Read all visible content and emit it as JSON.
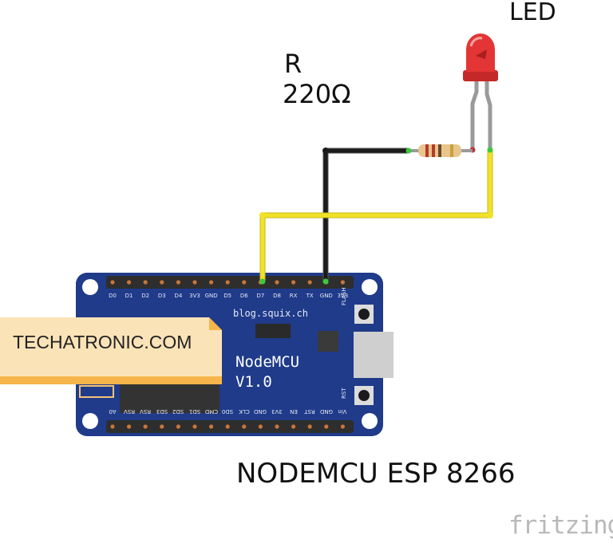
{
  "labels": {
    "led": "LED",
    "resistor_name": "R",
    "resistor_value": "220Ω",
    "board_caption": "NODEMCU ESP 8266",
    "watermark": "fritzing",
    "banner": "TECHATRONIC.COM"
  },
  "board": {
    "website": "blog.squix.ch",
    "name": "NodeMCU",
    "version": "V1.0",
    "flash_button": "FLASH",
    "rst_button": "RST",
    "top_pins": [
      "D0",
      "D1",
      "D2",
      "D3",
      "D4",
      "3V3",
      "GND",
      "D5",
      "D6",
      "D7",
      "D8",
      "RX",
      "TX",
      "GND",
      "3V3"
    ],
    "bottom_pins": [
      "A0",
      "RSV",
      "RSV",
      "SD3",
      "SD2",
      "SD1",
      "CMD",
      "SD0",
      "CLK",
      "GND",
      "3V3",
      "EN",
      "RST",
      "GND",
      "Vin"
    ]
  },
  "colors": {
    "board": "#1f3b8a",
    "wire_gnd": "#1b1b1b",
    "wire_signal": "#f2e227",
    "led": "#e33535",
    "banner": "#fbe3b8",
    "banner_accent": "#f6b54a"
  }
}
